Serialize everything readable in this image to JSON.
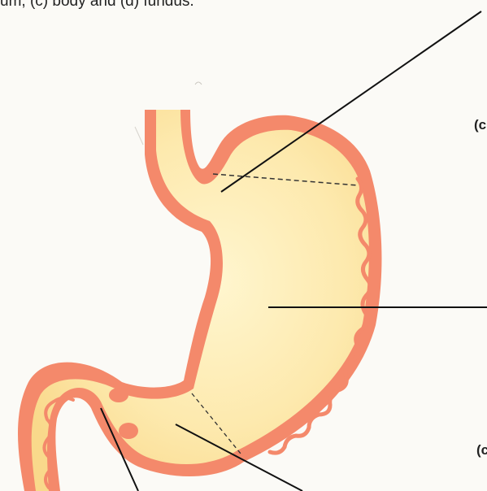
{
  "caption": "um, (c) body and (d) fundus.",
  "labels": {
    "right_top": "(c",
    "right_bottom": "(c"
  }
}
